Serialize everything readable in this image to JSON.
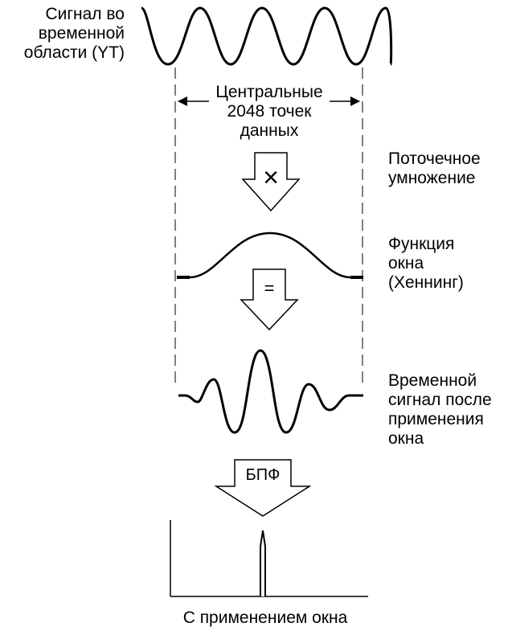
{
  "labels": {
    "input_signal": [
      "Сигнал во",
      "временной",
      "области (YT)"
    ],
    "center_points": [
      "Центральные",
      "2048 точек",
      "данных"
    ],
    "pointwise_multiplication": [
      "Поточечное",
      "умножение"
    ],
    "window_function": [
      "Функция",
      "окна",
      "(Хеннинг)"
    ],
    "windowed_signal": [
      "Временной",
      "сигнал после",
      "применения",
      "окна"
    ],
    "fft": "БПФ",
    "with_window": "С применением окна"
  },
  "symbols": {
    "multiply": "×",
    "equals": "="
  },
  "colors": {
    "ink": "#000000",
    "background": "#ffffff"
  }
}
